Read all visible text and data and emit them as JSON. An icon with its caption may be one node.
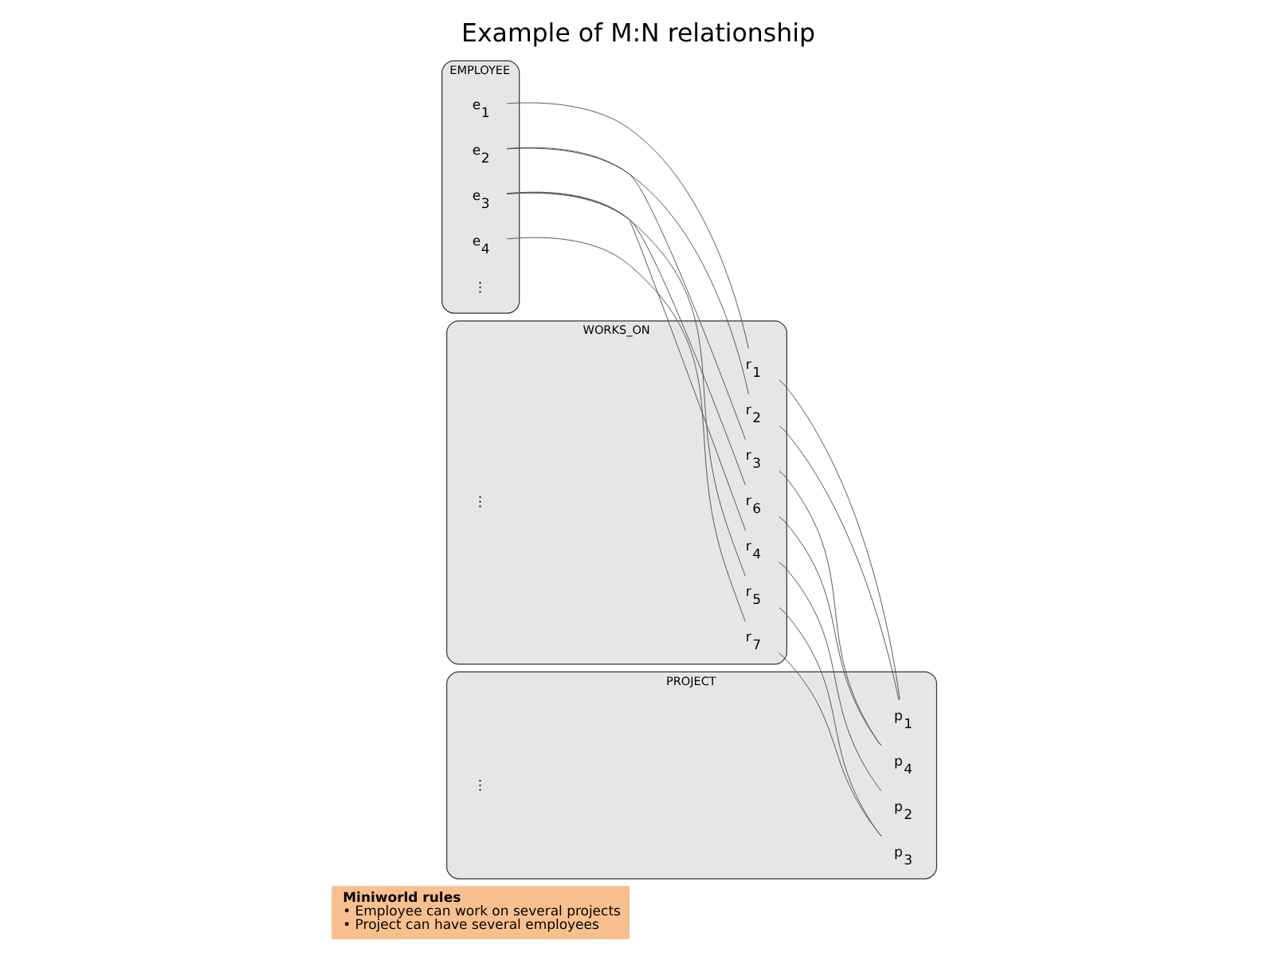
{
  "diagram": {
    "title": "Example of M:N relationship",
    "nodes": [
      {
        "text": [
          "Miniworld rules",
          "• Employee can work on several projects",
          "• Project can have several employees"
        ]
      },
      {
        "text": [
          "EMPLOYEE"
        ]
      },
      {
        "text": [
          "e$_{1}$"
        ],
        "in": 1
      },
      {
        "text": [
          "e$_{2}$"
        ],
        "in": 1
      },
      {
        "text": [
          "e$_{3}$"
        ],
        "in": 1
      },
      {
        "text": [
          "e$_{4}$"
        ],
        "in": 1
      },
      {
        "text": [
          "WORKS_ON"
        ]
      },
      {
        "text": [
          "r$_{1}$"
        ],
        "in": 6
      },
      {
        "text": [
          "r$_{2}$"
        ],
        "in": 6
      },
      {
        "text": [
          "r$_{3}$"
        ],
        "in": 6
      },
      {
        "text": [
          "r$_{4}$"
        ],
        "in": 6
      },
      {
        "text": [
          "r$_{5}$"
        ],
        "in": 6
      },
      {
        "text": [
          "r$_{6}$"
        ],
        "in": 6
      },
      {
        "text": [
          "r$_{7}$"
        ],
        "in": 6
      },
      {
        "text": [
          "PROJECT"
        ]
      },
      {
        "text": [
          "p$_{1}$"
        ],
        "in": 14
      },
      {
        "text": [
          "p$_{2}$"
        ],
        "in": 14
      },
      {
        "text": [
          "p$_{3}$"
        ],
        "in": 14
      },
      {
        "text": [
          "p$_{4}$"
        ],
        "in": 14
      }
    ],
    "edges": [
      {
        "from": 2,
        "to": 7,
        "arrow": "none"
      },
      {
        "from": 3,
        "to": 8,
        "arrow": "none"
      },
      {
        "from": 3,
        "to": 9,
        "arrow": "none"
      },
      {
        "from": 4,
        "to": 10,
        "arrow": "none"
      },
      {
        "from": 4,
        "to": 11,
        "arrow": "none"
      },
      {
        "from": 4,
        "to": 12,
        "arrow": "none"
      },
      {
        "from": 5,
        "to": 13,
        "arrow": "none"
      },
      {
        "from": 7,
        "to": 15,
        "arrow": "none"
      },
      {
        "from": 8,
        "to": 15,
        "arrow": "none"
      },
      {
        "from": 9,
        "to": 18,
        "arrow": "none"
      },
      {
        "from": 10,
        "to": 16,
        "arrow": "none"
      },
      {
        "from": 11,
        "to": 17,
        "arrow": "none"
      },
      {
        "from": 12,
        "to": 18,
        "arrow": "none"
      },
      {
        "from": 13,
        "to": 17,
        "arrow": "none"
      }
    ],
    "labels": [
      "⋮",
      "⋮",
      "⋮"
    ]
  }
}
